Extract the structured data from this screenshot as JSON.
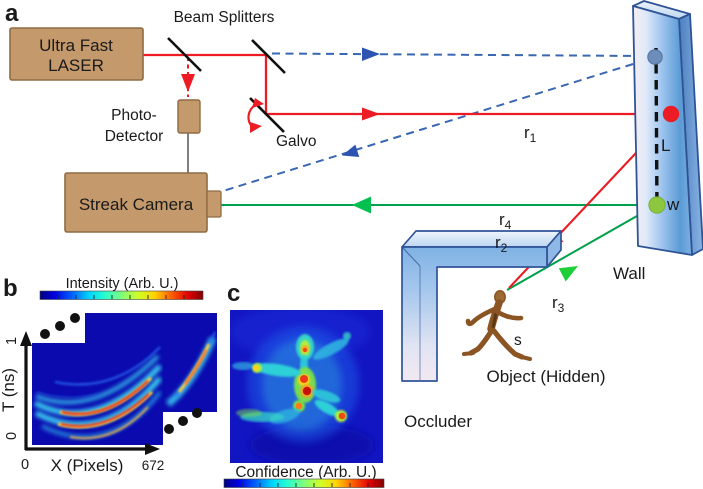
{
  "figure": {
    "panel_a_label": "a",
    "panel_b_label": "b",
    "panel_c_label": "c"
  },
  "panel_a": {
    "laser": {
      "line1": "Ultra Fast",
      "line2": "LASER"
    },
    "beam_splitters_label": "Beam Splitters",
    "photo_detector": {
      "line1": "Photo-",
      "line2": "Detector"
    },
    "galvo_label": "Galvo",
    "streak_camera_label": "Streak Camera",
    "wall_label": "Wall",
    "occluder_label": "Occluder",
    "object_label": "Object (Hidden)",
    "ray_labels": {
      "r1": {
        "base": "r",
        "sub": "1"
      },
      "r2": {
        "base": "r",
        "sub": "2"
      },
      "r3": {
        "base": "r",
        "sub": "3"
      },
      "r4": {
        "base": "r",
        "sub": "4"
      }
    },
    "point_labels": {
      "laser_spot": "L",
      "wall_point": "w",
      "object_point": "s"
    }
  },
  "panel_b": {
    "colorbar_title": "Intensity (Arb. U.)",
    "y_axis": {
      "label": "T (ns)",
      "tick_max": "1",
      "tick_min": "0"
    },
    "x_axis": {
      "label": "X (Pixels)",
      "tick_min": "0",
      "tick_max": "672"
    }
  },
  "panel_c": {
    "colorbar_title": "Confidence (Arb. U.)"
  },
  "colors": {
    "device_tan": "#c49a6c",
    "beam_red": "#ed1c24",
    "beam_green": "#00a14b",
    "beam_blue_dashed": "#3a67b1",
    "wall_blue": "#5b9bd5",
    "dot_blue": "#6d8dbb",
    "dot_red": "#ed1c24",
    "dot_green": "#8dc63f",
    "streak_navy": "#0a0aae"
  }
}
